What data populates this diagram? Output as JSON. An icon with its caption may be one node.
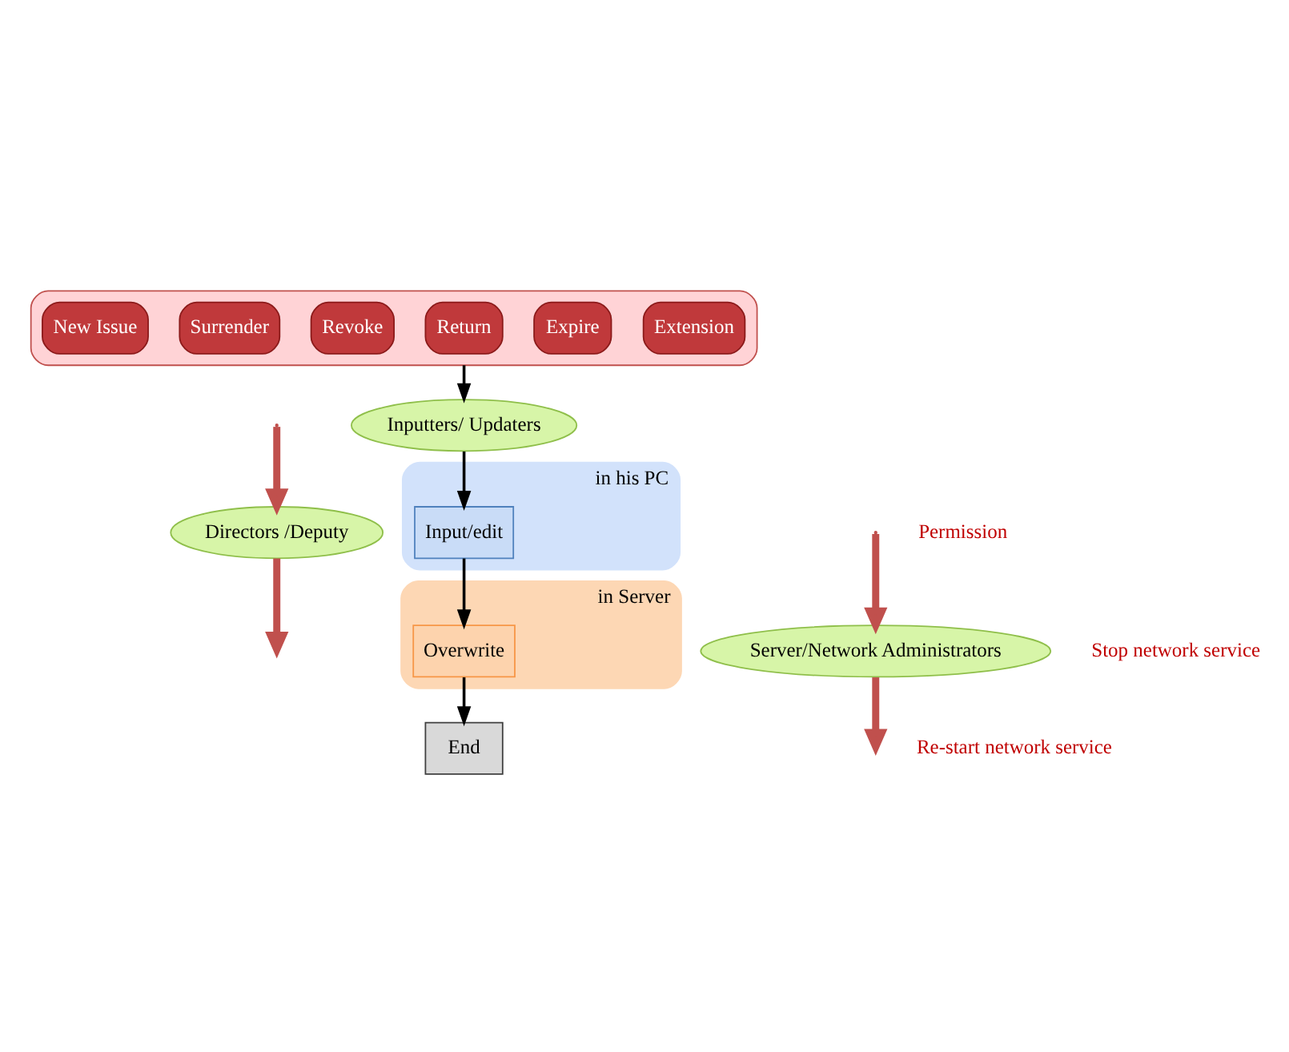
{
  "diagram": {
    "nodes": [
      {
        "text": [],
        "shape": "box"
      },
      {
        "text": [
          "New Issue"
        ],
        "in": 0
      },
      {
        "text": [
          "Surrender"
        ],
        "in": 0
      },
      {
        "text": [
          "Revoke"
        ],
        "in": 0
      },
      {
        "text": [
          "Return"
        ],
        "in": 0
      },
      {
        "text": [
          "Expire"
        ],
        "in": 0
      },
      {
        "text": [
          "Extension"
        ],
        "in": 0
      },
      {
        "text": [
          "Inputters/ Updaters"
        ]
      },
      {
        "text": [
          "Directors /Deputy"
        ]
      },
      {
        "text": [
          "in his PC"
        ]
      },
      {
        "text": [
          "Input/edit"
        ],
        "in": 9
      },
      {
        "text": [
          "in Server"
        ]
      },
      {
        "text": [
          "Overwrite"
        ],
        "in": 11
      },
      {
        "text": [
          "Server/Network Administrators"
        ]
      },
      {
        "text": [
          "End"
        ]
      }
    ],
    "edges": [
      {
        "from": 0,
        "to": 7,
        "arrow": "to"
      },
      {
        "from": 7,
        "to": 10,
        "arrow": "to"
      },
      {
        "from": 8,
        "to": null,
        "arrow": "to",
        "style": "thick",
        "color": "#c0504d"
      },
      {
        "from": null,
        "to": 8,
        "arrow": "to",
        "style": "thick",
        "color": "#c0504d"
      },
      {
        "from": 10,
        "to": 12,
        "arrow": "to"
      },
      {
        "from": null,
        "to": 13,
        "arrow": "to",
        "style": "thick",
        "color": "#c0504d"
      },
      {
        "from": 12,
        "to": 14,
        "arrow": "to"
      },
      {
        "from": 13,
        "to": null,
        "arrow": "to",
        "style": "thick",
        "color": "#c0504d"
      }
    ],
    "labels": [
      "Permission",
      "Stop network service",
      "Re-start network service"
    ]
  }
}
